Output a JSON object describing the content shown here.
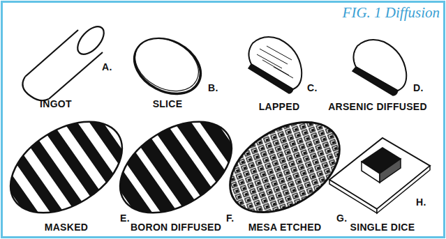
{
  "diagram": {
    "title": "FIG. 1 Diffusion",
    "labels": [
      "A.",
      "INGOT",
      "B.",
      "SLICE",
      "C.",
      "LAPPED",
      "D.",
      "ARSENIC DIFFUSED",
      "E.",
      "MASKED",
      "F.",
      "BORON DIFFUSED",
      "G.",
      "MESA ETCHED",
      "H.",
      "SINGLE DICE"
    ]
  }
}
